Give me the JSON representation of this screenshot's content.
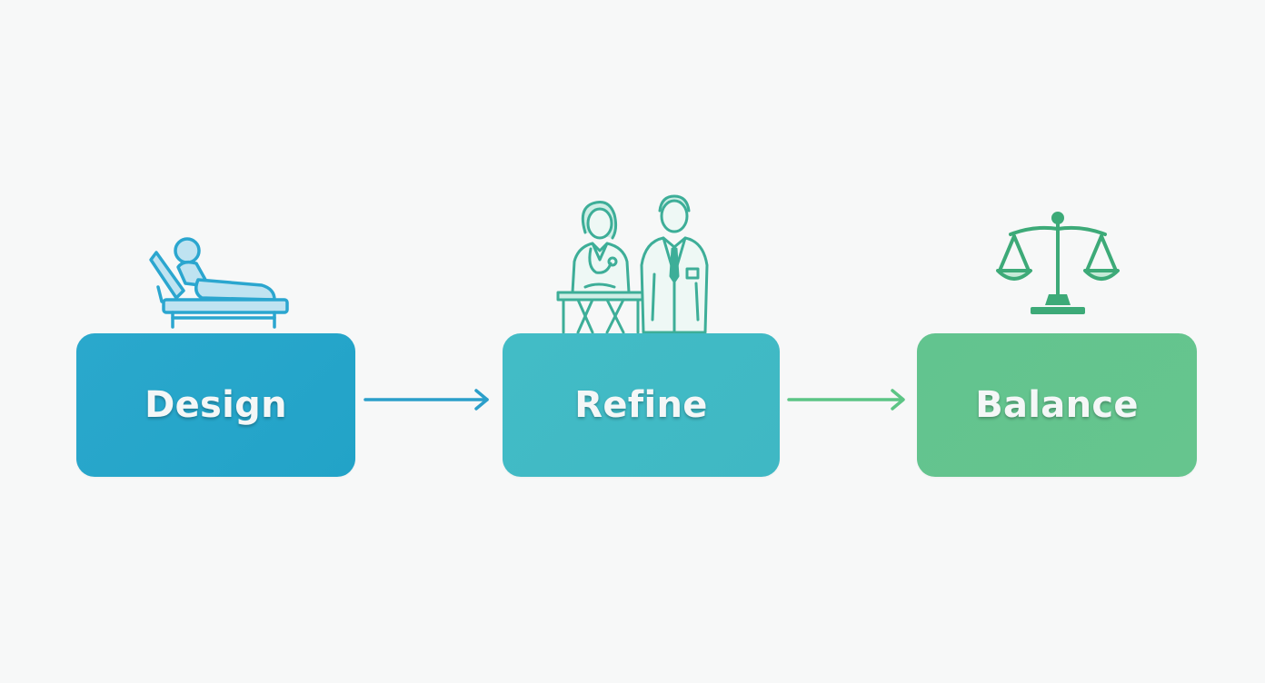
{
  "colors": {
    "background": "#f7f8f8",
    "design": "#22a3c8",
    "refine": "#42bcc6",
    "balance": "#62c48f",
    "patient_icon": "#2ba6cf",
    "doctors_icon": "#3dae98",
    "scale_icon": "#3daa78",
    "arrow1": "#2b9fca",
    "arrow2": "#5cc585"
  },
  "steps": [
    {
      "label": "Design",
      "icon": "patient-in-bed-icon"
    },
    {
      "label": "Refine",
      "icon": "doctors-icon"
    },
    {
      "label": "Balance",
      "icon": "scales-of-justice-icon"
    }
  ]
}
